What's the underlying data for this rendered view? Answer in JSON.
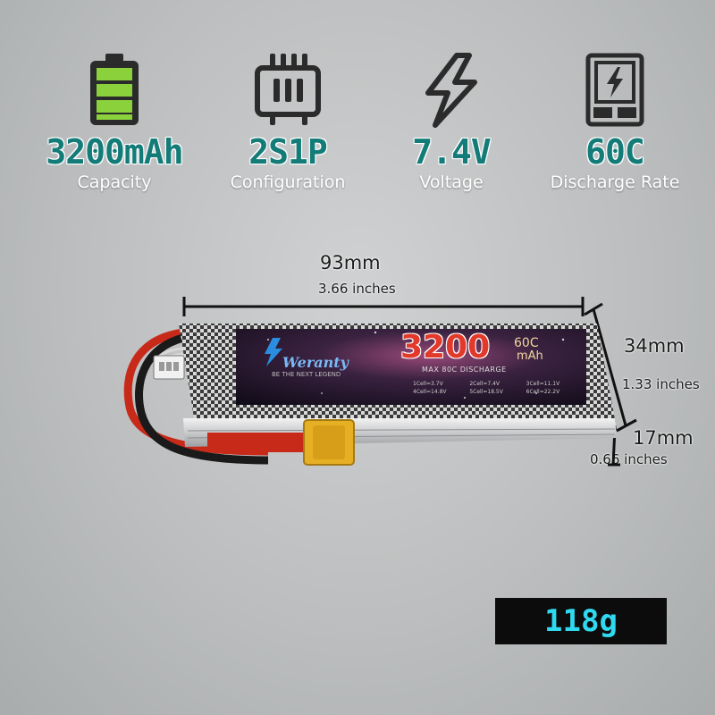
{
  "specs": [
    {
      "value": "3200mAh",
      "label": "Capacity",
      "icon": "battery-icon"
    },
    {
      "value": "2S1P",
      "label": "Configuration",
      "icon": "chip-icon"
    },
    {
      "value": "7.4V",
      "label": "Voltage",
      "icon": "lightning-icon"
    },
    {
      "value": "60C",
      "label": "Discharge Rate",
      "icon": "discharge-icon"
    }
  ],
  "dimensions": {
    "length_mm": "93mm",
    "length_in": "3.66 inches",
    "width_mm": "34mm",
    "width_in": "1.33 inches",
    "height_mm": "17mm",
    "height_in": "0.66 inches"
  },
  "battery_label": {
    "brand": "Weranty",
    "tagline": "BE THE NEXT LEGEND",
    "capacity": "3200",
    "rate": "60C",
    "unit": "mAh",
    "max_discharge": "MAX 80C DISCHARGE",
    "cells": [
      "1Cell=3.7V",
      "2Cell=7.4V",
      "3Cell=11.1V",
      "4Cell=14.8V",
      "5Cell=18.5V",
      "6Cell=22.2V"
    ]
  },
  "weight": "118g",
  "colors": {
    "accent": "#137c78",
    "weight_text": "#2fd9f0",
    "battery_green": "#8bd13c"
  }
}
